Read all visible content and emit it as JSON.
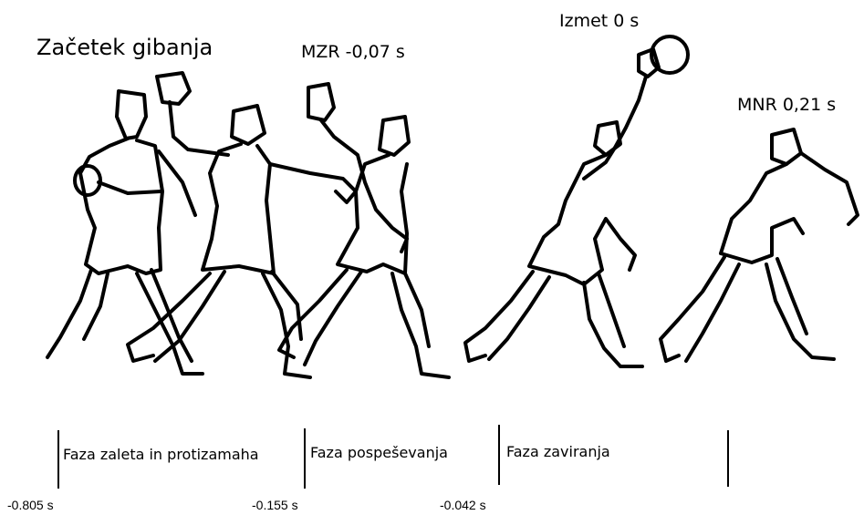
{
  "events": {
    "start_label": "Začetek gibanja",
    "mzr_label": "MZR -0,07 s",
    "release_label": "Izmet 0 s",
    "mnr_label": "MNR 0,21 s"
  },
  "phases": [
    {
      "label": "Faza zaleta in protizamaha"
    },
    {
      "label": "Faza pospeševanja"
    },
    {
      "label": "Faza zaviranja"
    }
  ],
  "times": [
    {
      "label": "-0.805 s"
    },
    {
      "label": "-0.155 s"
    },
    {
      "label": "-0.042 s"
    }
  ],
  "figures": [
    {
      "pose": "run-up-holding-ball"
    },
    {
      "pose": "arm-raised-backswing"
    },
    {
      "pose": "arm-cocked-max-external-rotation"
    },
    {
      "pose": "ball-release-overhead"
    },
    {
      "pose": "follow-through"
    }
  ]
}
